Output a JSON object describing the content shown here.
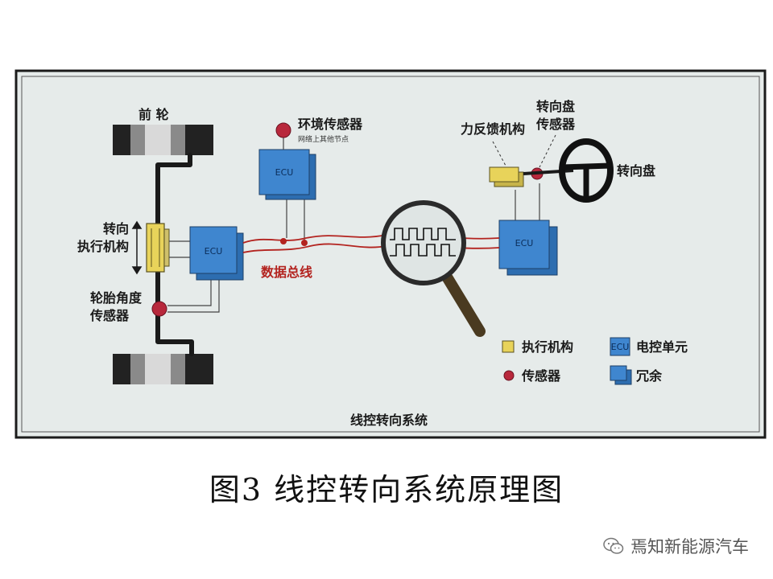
{
  "diagram": {
    "front_wheel_label": "前 轮",
    "env_sensor_label": "环境传感器",
    "env_sensor_sub": "网络上其他节点",
    "force_feedback_label": "力反馈机构",
    "steering_sensor_line1": "转向盘",
    "steering_sensor_line2": "传感器",
    "steering_wheel_label": "转向盘",
    "steering_actuator_line1": "转向",
    "steering_actuator_line2": "执行机构",
    "tire_sensor_line1": "轮胎角度",
    "tire_sensor_line2": "传感器",
    "data_bus_label": "数据总线",
    "ecu_text": "ECU",
    "system_title": "线控转向系统"
  },
  "legend": {
    "actuator": "执行机构",
    "ecu_icon_text": "ECU",
    "ecu": "电控单元",
    "sensor": "传感器",
    "redundant": "冗余"
  },
  "colors": {
    "ecu_blue": "#3f86cf",
    "actuator_yellow": "#e8d35a",
    "sensor_red": "#b8283c",
    "bus_red": "#b3231f",
    "panel_bg": "#e6ebea"
  },
  "caption": "图3  线控转向系统原理图",
  "watermark": "焉知新能源汽车"
}
